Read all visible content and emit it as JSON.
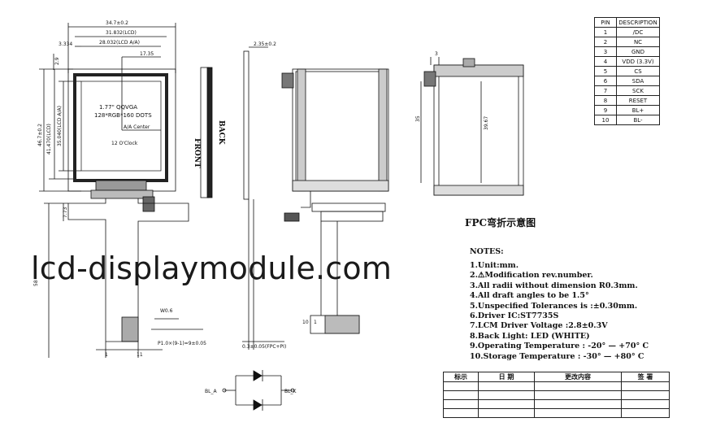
{
  "drawing": {
    "front_dims": {
      "outline_width": "34.7±0.2",
      "lcd_width": "31.832(LCD)",
      "aa_width": "28.032(LCD A/A)",
      "left_offset": "3.334",
      "offset_right": "17.35",
      "top_gap": "2.9",
      "height_lcd": "41.470(LCD)",
      "aa_height": "35.040(LCD A/A)",
      "total_height": "46.7±0.2",
      "fpc_offset": "7.73",
      "fpc_length": "58",
      "w06": "W0.6",
      "pitch": "P1.0×(9-1)=9±0.05",
      "bottom_a": "1",
      "bottom_b": "11"
    },
    "lcd_text": {
      "size": "1.77\" QQVGA",
      "dots": "128*RGB*160 DOTS",
      "aa_center": "A/A Center",
      "clock": "12 O'Clock"
    },
    "front_label": "FRONT",
    "back_label": "BACK",
    "side_dims": {
      "thickness": "2.35±0.2",
      "fpc_thick": "0.3±0.05(FPC+PI)"
    },
    "fold_dims": {
      "top": "3",
      "left": "35",
      "right": "39.67",
      "pin_1": "1",
      "pin_10": "10"
    },
    "fpc_title": "FPC弯折示意图",
    "circuit": {
      "left_label": "BL_A",
      "right_label": "BL_K"
    }
  },
  "watermark": "lcd-displaymodule.com",
  "pin_table": {
    "headers": [
      "PIN",
      "DESCRIPTION"
    ],
    "rows": [
      [
        "1",
        "/DC"
      ],
      [
        "2",
        "NC"
      ],
      [
        "3",
        "GND"
      ],
      [
        "4",
        "VDD (3.3V)"
      ],
      [
        "5",
        "CS"
      ],
      [
        "6",
        "SDA"
      ],
      [
        "7",
        "SCK"
      ],
      [
        "8",
        "RESET"
      ],
      [
        "9",
        "BL+"
      ],
      [
        "10",
        "BL-"
      ]
    ]
  },
  "notes": {
    "title": "NOTES:",
    "items": [
      "1.Unit:mm.",
      "2.⚠Modification rev.number.",
      "3.All radii without dimension R0.3mm.",
      "4.All draft angles to be 1.5°",
      "5.Unspecified Tolerances is :±0.30mm.",
      "6.Driver IC:ST7735S",
      "7.LCM Driver Voltage :2.8±0.3V",
      "8.Back Light: LED   (WHITE)",
      "9.Operating Temperature : -20° — +70° C",
      "10.Storage Temperature : -30° — +80° C"
    ]
  },
  "revision_table": {
    "headers": [
      "标示",
      "日 期",
      "更改内容",
      "签 署"
    ]
  }
}
